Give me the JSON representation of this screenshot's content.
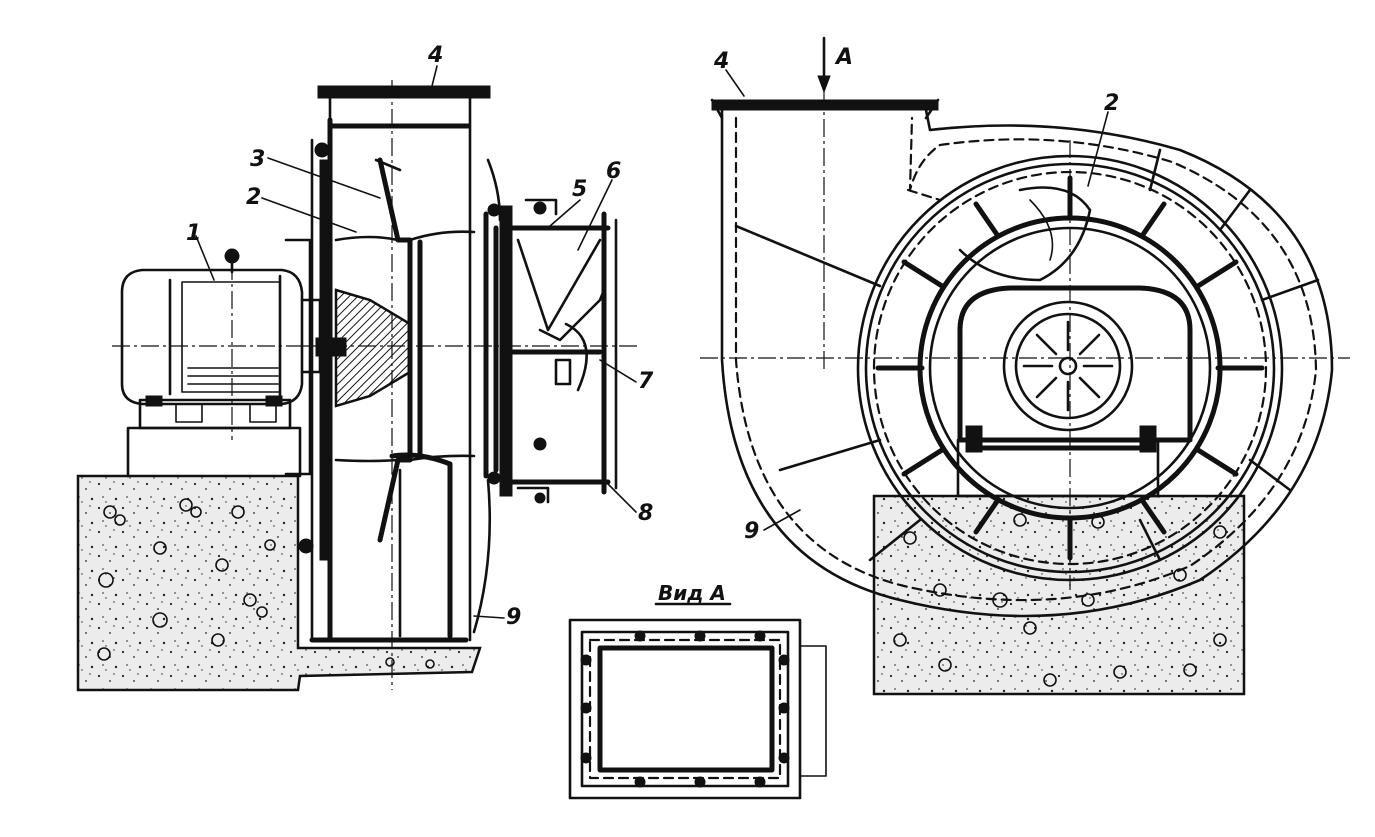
{
  "labels": {
    "n1": "1",
    "n2_left": "2",
    "n3": "3",
    "n4_left": "4",
    "n5": "5",
    "n6": "6",
    "n7": "7",
    "n8": "8",
    "n9_left": "9",
    "n4_right": "4",
    "n2_right": "2",
    "n9_right": "9",
    "arrow_a": "A",
    "view_a": "Вид А"
  }
}
